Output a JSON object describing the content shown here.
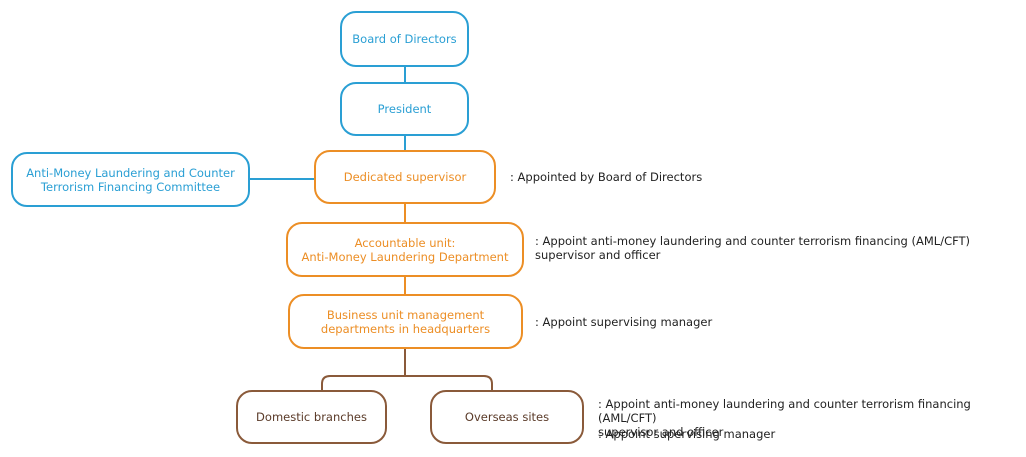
{
  "nodes": {
    "board": "Board of Directors",
    "president": "President",
    "committee": "Anti-Money Laundering and Counter\nTerrorism Financing Committee",
    "supervisor": "Dedicated supervisor",
    "accountable": "Accountable unit:\nAnti-Money Laundering Department",
    "business": "Business unit management\ndepartments in headquarters",
    "domestic": "Domestic branches",
    "overseas": "Overseas sites"
  },
  "notes": {
    "supervisor": ":  Appointed by Board of Directors",
    "accountable": ": Appoint anti-money laundering and counter terrorism financing (AML/CFT)\n  supervisor and officer",
    "business": ": Appoint supervising manager",
    "branches_1": ": Appoint anti-money laundering and counter terrorism financing (AML/CFT)\n  supervisor and officer",
    "branches_2": ": Appoint supervising manager"
  },
  "colors": {
    "governance": "#2a9fd4",
    "management": "#ec8e25",
    "branches": "#8a5a3a"
  }
}
